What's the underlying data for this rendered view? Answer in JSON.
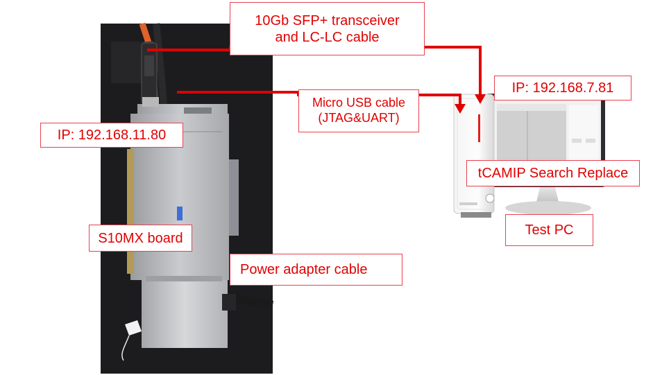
{
  "labels": {
    "sfp_line1": "10Gb SFP+ transceiver",
    "sfp_line2": "and LC-LC cable",
    "usb_line1": "Micro USB cable",
    "usb_line2": "(JTAG&UART)",
    "pc_ip": "IP: 192.168.7.81",
    "board_ip": "IP: 192.168.11.80",
    "app": "tCAMIP Search Replace",
    "board": "S10MX board",
    "pc": "Test PC",
    "power": "Power adapter cable"
  },
  "colors": {
    "accent": "#e00000",
    "label_border": "#e8404f",
    "photo_bg": "#1c1c1e"
  }
}
